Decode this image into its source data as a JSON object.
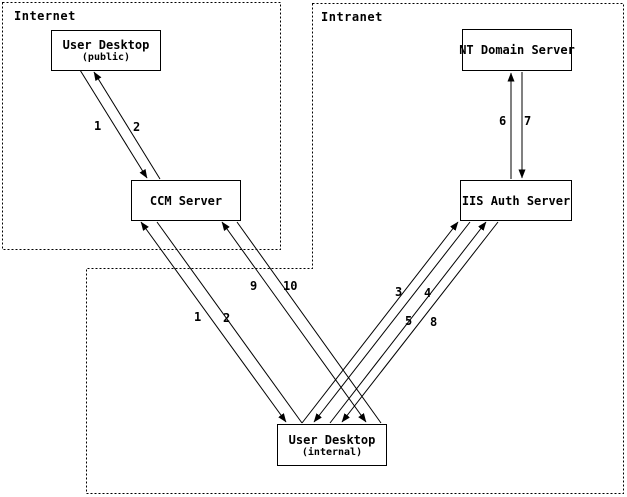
{
  "diagram": {
    "zones": {
      "internet": {
        "label": "Internet"
      },
      "intranet": {
        "label": "Intranet"
      }
    },
    "nodes": {
      "user_desktop_public": {
        "title": "User Desktop",
        "subtitle": "(public)"
      },
      "ccm_server": {
        "title": "CCM Server"
      },
      "nt_domain_server": {
        "title": "NT Domain Server"
      },
      "iis_auth_server": {
        "title": "IIS Auth Server"
      },
      "user_desktop_internal": {
        "title": "User Desktop",
        "subtitle": "(internal)"
      }
    },
    "flow_labels": [
      {
        "text": "1"
      },
      {
        "text": "2"
      },
      {
        "text": "6"
      },
      {
        "text": "7"
      },
      {
        "text": "9"
      },
      {
        "text": "10"
      },
      {
        "text": "1"
      },
      {
        "text": "2"
      },
      {
        "text": "3"
      },
      {
        "text": "4"
      },
      {
        "text": "5"
      },
      {
        "text": "8"
      }
    ],
    "colors": {
      "line": "#000000",
      "background": "#ffffff"
    }
  }
}
